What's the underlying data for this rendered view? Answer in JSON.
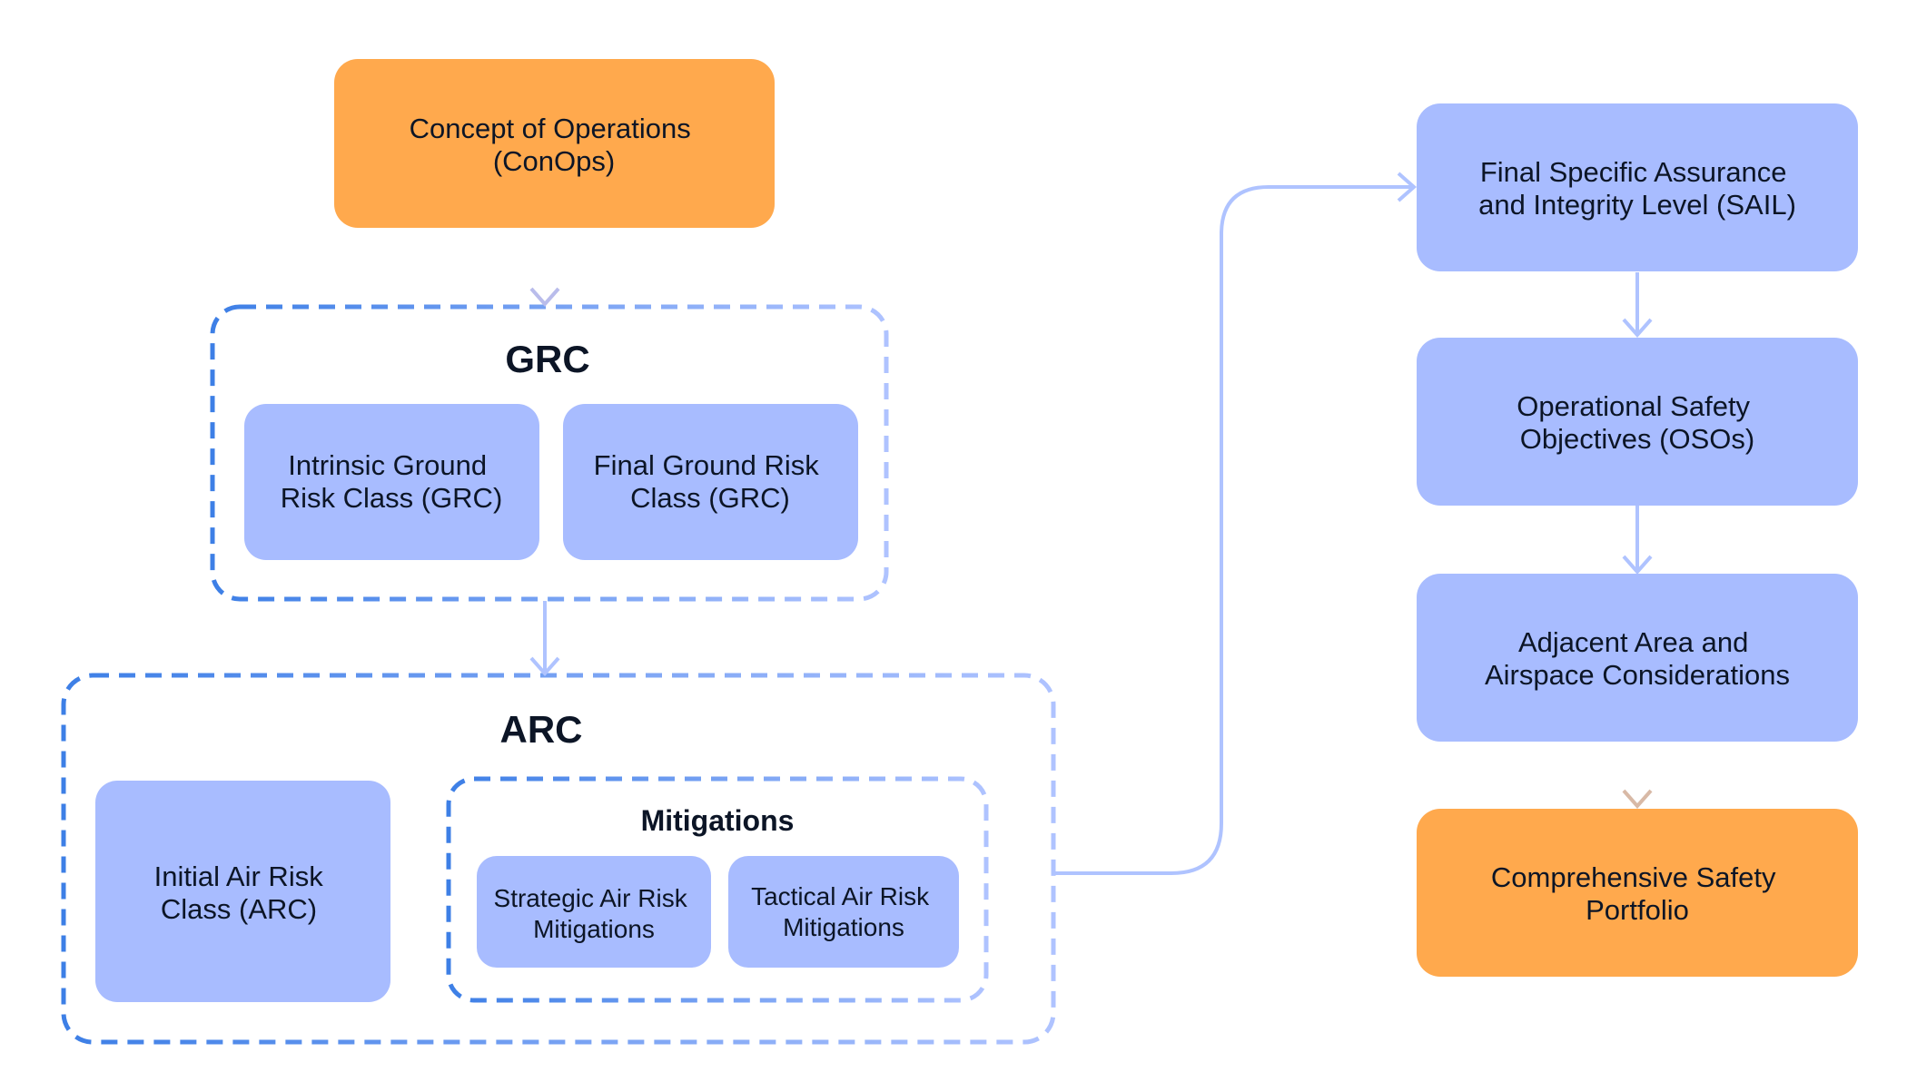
{
  "nodes": {
    "conops": {
      "lines": [
        "Concept of Operations",
        "(ConOps)"
      ],
      "color": "#FFA94D"
    },
    "intrinsic_grc": {
      "lines": [
        "Intrinsic Ground",
        "Risk Class (GRC)"
      ],
      "color": "#A8BCFF"
    },
    "final_grc": {
      "lines": [
        "Final Ground Risk",
        "Class (GRC)"
      ],
      "color": "#A8BCFF"
    },
    "initial_arc": {
      "lines": [
        "Initial Air Risk",
        "Class (ARC)"
      ],
      "color": "#A8BCFF"
    },
    "strategic": {
      "lines": [
        "Strategic Air Risk",
        "Mitigations"
      ],
      "color": "#A8BCFF"
    },
    "tactical": {
      "lines": [
        "Tactical Air Risk",
        "Mitigations"
      ],
      "color": "#A8BCFF"
    },
    "sail": {
      "lines": [
        "Final Specific Assurance",
        "and Integrity Level (SAIL)"
      ],
      "color": "#A8BCFF"
    },
    "osos": {
      "lines": [
        "Operational Safety",
        "Objectives (OSOs)"
      ],
      "color": "#A8BCFF"
    },
    "adjacent": {
      "lines": [
        "Adjacent Area and",
        "Airspace Considerations"
      ],
      "color": "#A8BCFF"
    },
    "portfolio": {
      "lines": [
        "Comprehensive Safety",
        "Portfolio"
      ],
      "color": "#FFA94D"
    }
  },
  "groups": {
    "grc": {
      "title": "GRC"
    },
    "arc": {
      "title": "ARC"
    },
    "mitigations": {
      "title": "Mitigations"
    }
  },
  "colors": {
    "orange_node": "#FFA94D",
    "blue_node": "#A8BCFF",
    "dashed_border_dark": "#3D7FE6",
    "dashed_border_light": "#AFC3FF",
    "arrow_blue": "#AFC3FF",
    "arrow_tan": "#D8B9A6",
    "text": "#0C1526"
  }
}
